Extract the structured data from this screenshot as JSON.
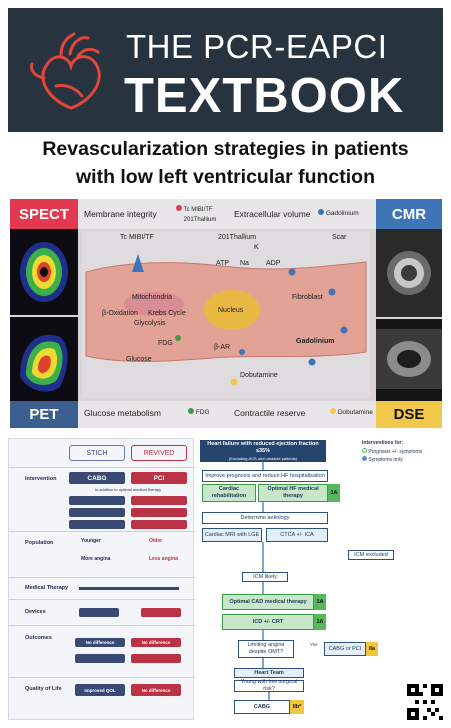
{
  "banner": {
    "line1": "THE PCR-EAPCI",
    "line2": "TEXTBOOK",
    "bg_color": "#283340",
    "accent_color": "#e2473a"
  },
  "title": {
    "line1": "Revascularization strategies in patients",
    "line2": "with low left ventricular function"
  },
  "imaging": {
    "spect": "SPECT",
    "cmr": "CMR",
    "pet": "PET",
    "dse": "DSE",
    "membrane": "Membrane integrity",
    "tc_label": "Tc MIBI/TF",
    "thallium_label": "201Thallium",
    "extracellular": "Extracellular volume",
    "gadolinium_legend": "Gadolinium",
    "glucose_metabolism": "Glucose metabolism",
    "fdg_legend": "FDG",
    "contractile_reserve": "Contractile reserve",
    "dobutamine_legend": "Dobutamine",
    "center": {
      "tc": "Tc MIBI/TF",
      "thallium": "201Thallium",
      "k": "K",
      "atp": "ATP",
      "na": "Na",
      "adp": "ADP",
      "scar": "Scar",
      "mitochondria": "Mitochondria",
      "krebs": "Krebs Cycle",
      "box": "β-Oxidation",
      "glycolysis": "Glycolysis",
      "nucleus": "Nucleus",
      "fibroblast": "Fibroblast",
      "fdg": "FDG",
      "glucose": "Glucose",
      "bar": "β-AR",
      "gadolinium": "Gadolinium",
      "dobutamine": "Dobutamine"
    }
  },
  "table": {
    "stich": "STICH",
    "revived": "REVIVED",
    "intervention": "Intervention",
    "cabg": "CABG",
    "pci": "PCI",
    "in_addition": "In addition to optimal medical therapy",
    "population": "Population",
    "medical_therapy": "Medical Therapy",
    "devices": "Devices",
    "outcomes": "Outcomes",
    "quality_of_life": "Quality of Life",
    "younger": "Younger",
    "older": "Older",
    "more_angina": "More angina",
    "less_angina": "Less angina",
    "no_difference": "No difference",
    "improved_qol": "Improved QOL"
  },
  "flow": {
    "start": "Heart failure with reduced ejection fraction ≤35%",
    "start_sub": "(Excluding ACS and unstable patients)",
    "legend_title": "Interventions for:",
    "legend_1": "Prognosis +/- symptoms",
    "legend_2": "Symptoms only",
    "legend_1_color": "#55b85c",
    "legend_2_color": "#5b8fd4",
    "improve": "Improve prognosis and reduce HF hospitalisation",
    "cardiac_rehab": "Cardiac rehabilitation",
    "optimal_hf": "Optimal HF medical therapy",
    "tag_1a": "1A",
    "determine": "Determine aetiology",
    "cardiac_mri": "Cardiac MRI with LGE",
    "ctca": "CTCA +/- ICA",
    "icm_excluded": "ICM excluded",
    "icm_likely": "ICM likely",
    "optimal_cad": "Optimal CAD medical therapy",
    "icd": "ICD +/- CRT",
    "limiting": "Limiting angina despite OMT?",
    "yes": "Yes",
    "cabg_pci": "CABG or PCI",
    "tag_iia": "IIa",
    "heart_team": "Heart Team",
    "young": "Young with low surgical risk?",
    "cabg": "CABG",
    "tag_iib": "IIb*"
  }
}
